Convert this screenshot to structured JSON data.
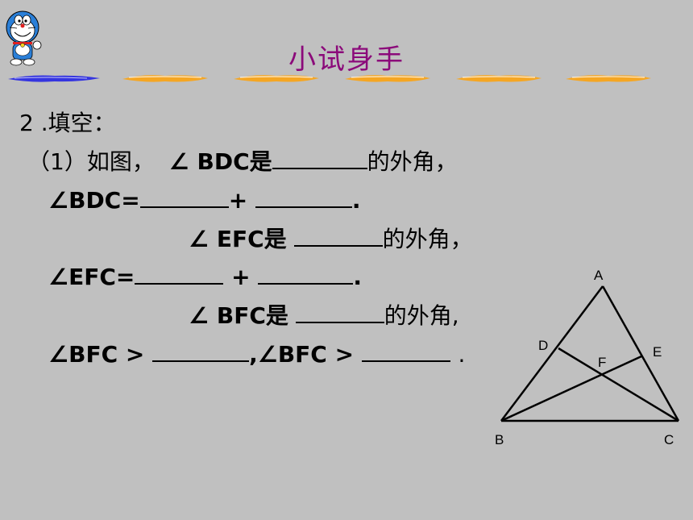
{
  "title": "小试身手",
  "problem": {
    "heading": "2 .填空：",
    "part1_prefix": "（1）如图，",
    "angle_bdc": "∠ BDC是",
    "ext_angle": "的外角，",
    "ext_angle2": "的外角,",
    "bdc_eq": "∠BDC=",
    "plus": "+",
    "period": ".",
    "angle_efc": "∠ EFC是",
    "efc_eq": "∠EFC=",
    "angle_bfc": "∠ BFC是",
    "bfc_gt1": "∠BFC >",
    "bfc_gt2": ",∠BFC >",
    "end_dot": "."
  },
  "figure_labels": {
    "A": "A",
    "B": "B",
    "C": "C",
    "D": "D",
    "E": "E",
    "F": "F"
  },
  "colors": {
    "background": "#c0c0c0",
    "title": "#8b0a7a",
    "brush_blue": "#3535e0",
    "brush_orange": "#f5a623"
  },
  "icons": {
    "mascot": "doraemon-icon",
    "brush": "brush-stroke-divider"
  }
}
